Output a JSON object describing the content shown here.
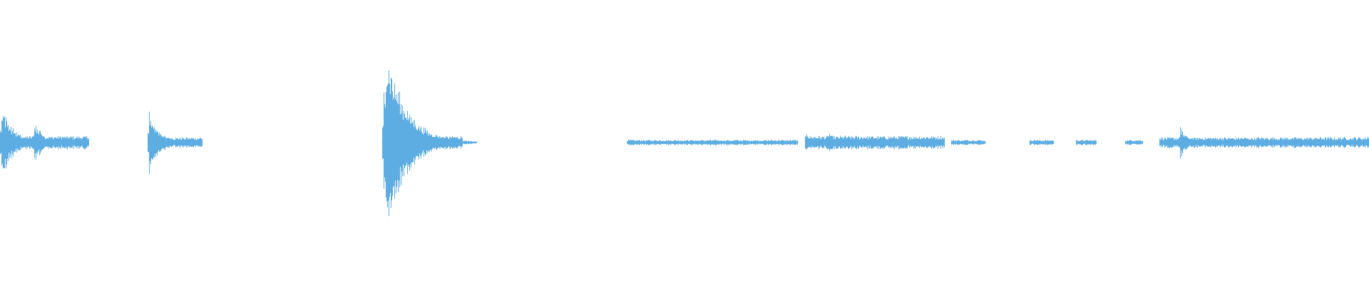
{
  "waveform": {
    "color": "#5dade2",
    "background": "#ffffff",
    "segments": [
      {
        "start": 0.0,
        "end": 0.065,
        "level": 0.05
      },
      {
        "start": 0.108,
        "end": 0.148,
        "level": 0.04
      },
      {
        "start": 0.279,
        "end": 0.338,
        "level": 0.05
      },
      {
        "start": 0.458,
        "end": 0.583,
        "level": 0.02
      },
      {
        "start": 0.588,
        "end": 0.69,
        "level": 0.05
      },
      {
        "start": 0.695,
        "end": 0.72,
        "level": 0.02
      },
      {
        "start": 0.752,
        "end": 0.77,
        "level": 0.02
      },
      {
        "start": 0.786,
        "end": 0.801,
        "level": 0.02
      },
      {
        "start": 0.822,
        "end": 0.835,
        "level": 0.02
      },
      {
        "start": 0.847,
        "end": 1.0,
        "level": 0.04
      }
    ],
    "transients": [
      {
        "at": 0.001,
        "peak": 0.28
      },
      {
        "at": 0.025,
        "peak": 0.16
      },
      {
        "at": 0.109,
        "peak": 0.23
      },
      {
        "at": 0.28,
        "peak": 0.4
      },
      {
        "at": 0.282,
        "peak": 0.73
      },
      {
        "at": 0.589,
        "peak": 0.06
      },
      {
        "at": 0.605,
        "peak": 0.08
      },
      {
        "at": 0.616,
        "peak": 0.06
      },
      {
        "at": 0.862,
        "peak": 0.12
      },
      {
        "at": 0.999,
        "peak": 0.05
      }
    ]
  }
}
